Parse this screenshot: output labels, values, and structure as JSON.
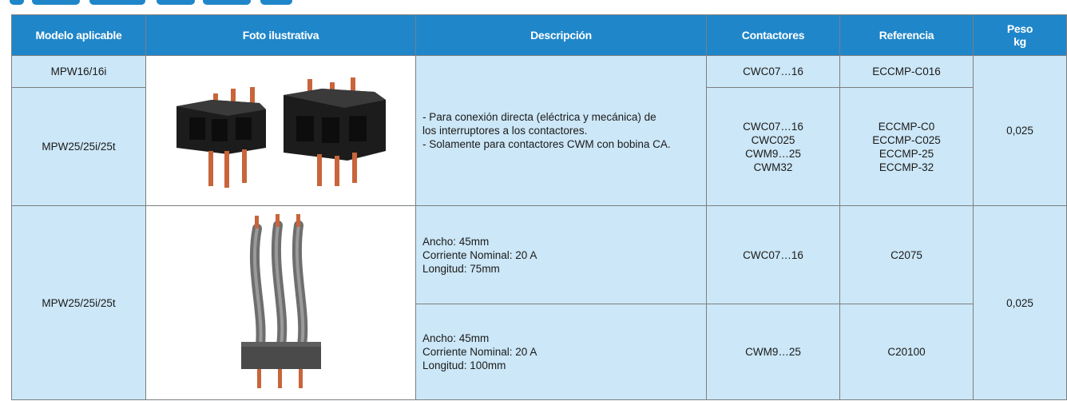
{
  "headers": {
    "model": "Modelo aplicable",
    "photo": "Foto ilustrativa",
    "description": "Descripción",
    "contactors": "Contactores",
    "reference": "Referencia",
    "weight_line1": "Peso",
    "weight_line2": "kg"
  },
  "block1": {
    "row1_model": "MPW16/16i",
    "row2_model": "MPW25/25i/25t",
    "description": [
      "- Para conexión directa (eléctrica y mecánica) de",
      "los interruptores a los contactores.",
      "- Solamente para contactores CWM con bobina CA."
    ],
    "row1_contactors": "CWC07…16",
    "row1_reference": "ECCMP-C016",
    "row2_contactors": [
      "CWC07…16",
      "CWC025",
      "CWM9…25",
      "CWM32"
    ],
    "row2_references": [
      "ECCMP-C0",
      "ECCMP-C025",
      "ECCMP-25",
      "ECCMP-32"
    ],
    "weight": "0,025"
  },
  "block2": {
    "model": "MPW25/25i/25t",
    "row1_description": [
      "Ancho: 45mm",
      "Corriente Nominal: 20  A",
      "Longitud: 75mm"
    ],
    "row2_description": [
      "Ancho: 45mm",
      "Corriente Nominal: 20  A",
      "Longitud: 100mm"
    ],
    "row1_contactors": "CWC07…16",
    "row2_contactors": "CWM9…25",
    "row1_reference": "C2075",
    "row2_reference": "C20100",
    "weight": "0,025"
  }
}
